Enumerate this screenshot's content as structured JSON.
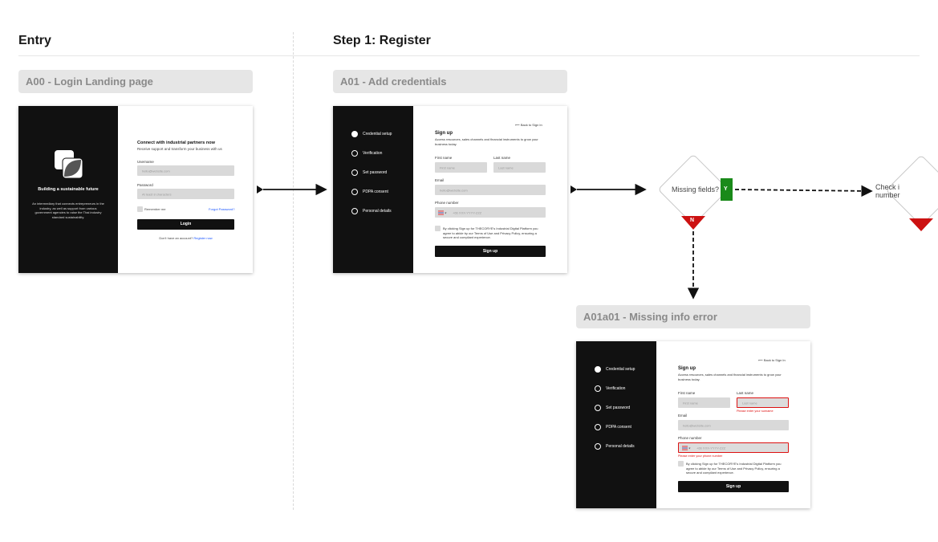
{
  "sections": {
    "entry_title": "Entry",
    "step1_title": "Step 1: Register"
  },
  "frames": {
    "a00_label": "A00 - Login Landing page",
    "a01_label": "A01 - Add credentials",
    "a01a01_label": "A01a01 - Missing info error"
  },
  "login": {
    "hero_title": "Building a sustainable future",
    "hero_desc": "An intermediary that connects entrepreneurs in the industry, as well as support from various government agencies to raise the Thai industry standard sustainability.",
    "heading": "Connect with industrial partners now",
    "subheading": "Receive support and transform your business with us",
    "username_label": "Username",
    "username_placeholder": "hello@website.com",
    "password_label": "Password",
    "password_placeholder": "At least 8 characters",
    "remember_label": "Remember me",
    "forgot_link": "Forgot Password?",
    "login_button": "Login",
    "no_account_text": "Don't have an account?",
    "register_link": "Register now"
  },
  "signup": {
    "steps": [
      "Credential setup",
      "Verification",
      "Set password",
      "PDPA consent",
      "Personal details"
    ],
    "back_link": "Back to Sign In",
    "title": "Sign up",
    "desc": "Access resources, sales channels and financial instruments to grow your business today.",
    "first_name_label": "First name",
    "first_name_placeholder": "First name",
    "last_name_label": "Last name",
    "last_name_placeholder": "Last name",
    "email_label": "Email",
    "email_placeholder": "hello@website.com",
    "phone_label": "Phone number",
    "phone_placeholder": "+66 XXX-YYYY-ZZZ",
    "terms_text": "By clicking Sign up for THECORYE's Industrial Digital Platform you agree to abide by our Terms of Use and Privacy Policy, ensuring a secure and compliant experience.",
    "signup_button": "Sign up",
    "last_name_error": "Please enter your surname",
    "phone_error": "Please enter your phone number"
  },
  "decisions": {
    "missing_fields": "Missing fields?",
    "yes_badge": "Y",
    "no_badge": "N",
    "check_partial_1": "Check i",
    "check_partial_2": "number"
  },
  "colors": {
    "yes": "#1a8a1a",
    "no": "#cc1111",
    "dark_panel": "#111111",
    "label_bg": "#e6e6e6"
  }
}
